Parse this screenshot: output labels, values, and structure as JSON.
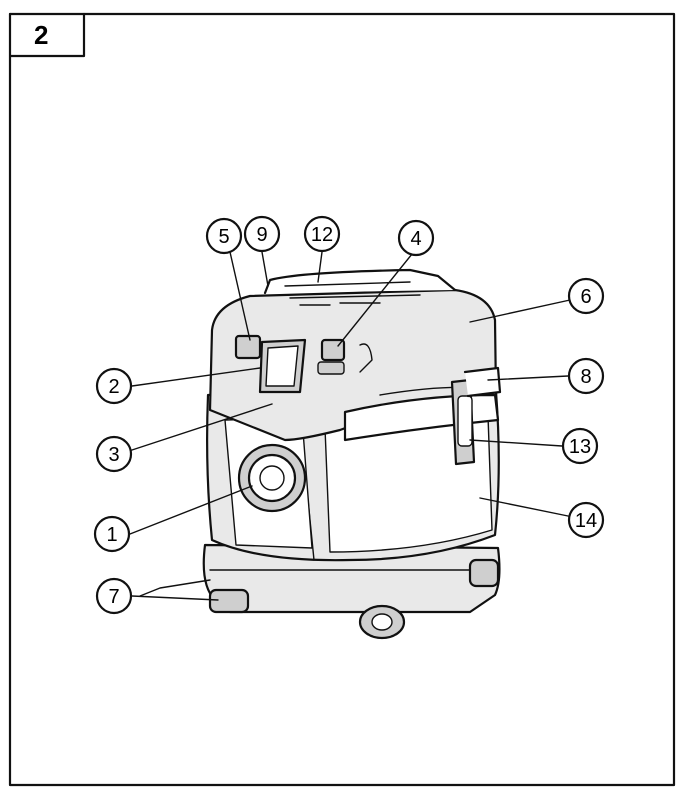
{
  "figure": {
    "number": "2"
  },
  "callouts": [
    {
      "id": "1",
      "label": "1"
    },
    {
      "id": "2",
      "label": "2"
    },
    {
      "id": "3",
      "label": "3"
    },
    {
      "id": "4",
      "label": "4"
    },
    {
      "id": "5",
      "label": "5"
    },
    {
      "id": "6",
      "label": "6"
    },
    {
      "id": "7",
      "label": "7"
    },
    {
      "id": "8",
      "label": "8"
    },
    {
      "id": "9",
      "label": "9"
    },
    {
      "id": "12",
      "label": "12"
    },
    {
      "id": "13",
      "label": "13"
    },
    {
      "id": "14",
      "label": "14"
    }
  ],
  "colors": {
    "ink": "#111111",
    "body": "#e9e9e9",
    "shade": "#cfcfcf",
    "paper": "#ffffff"
  }
}
